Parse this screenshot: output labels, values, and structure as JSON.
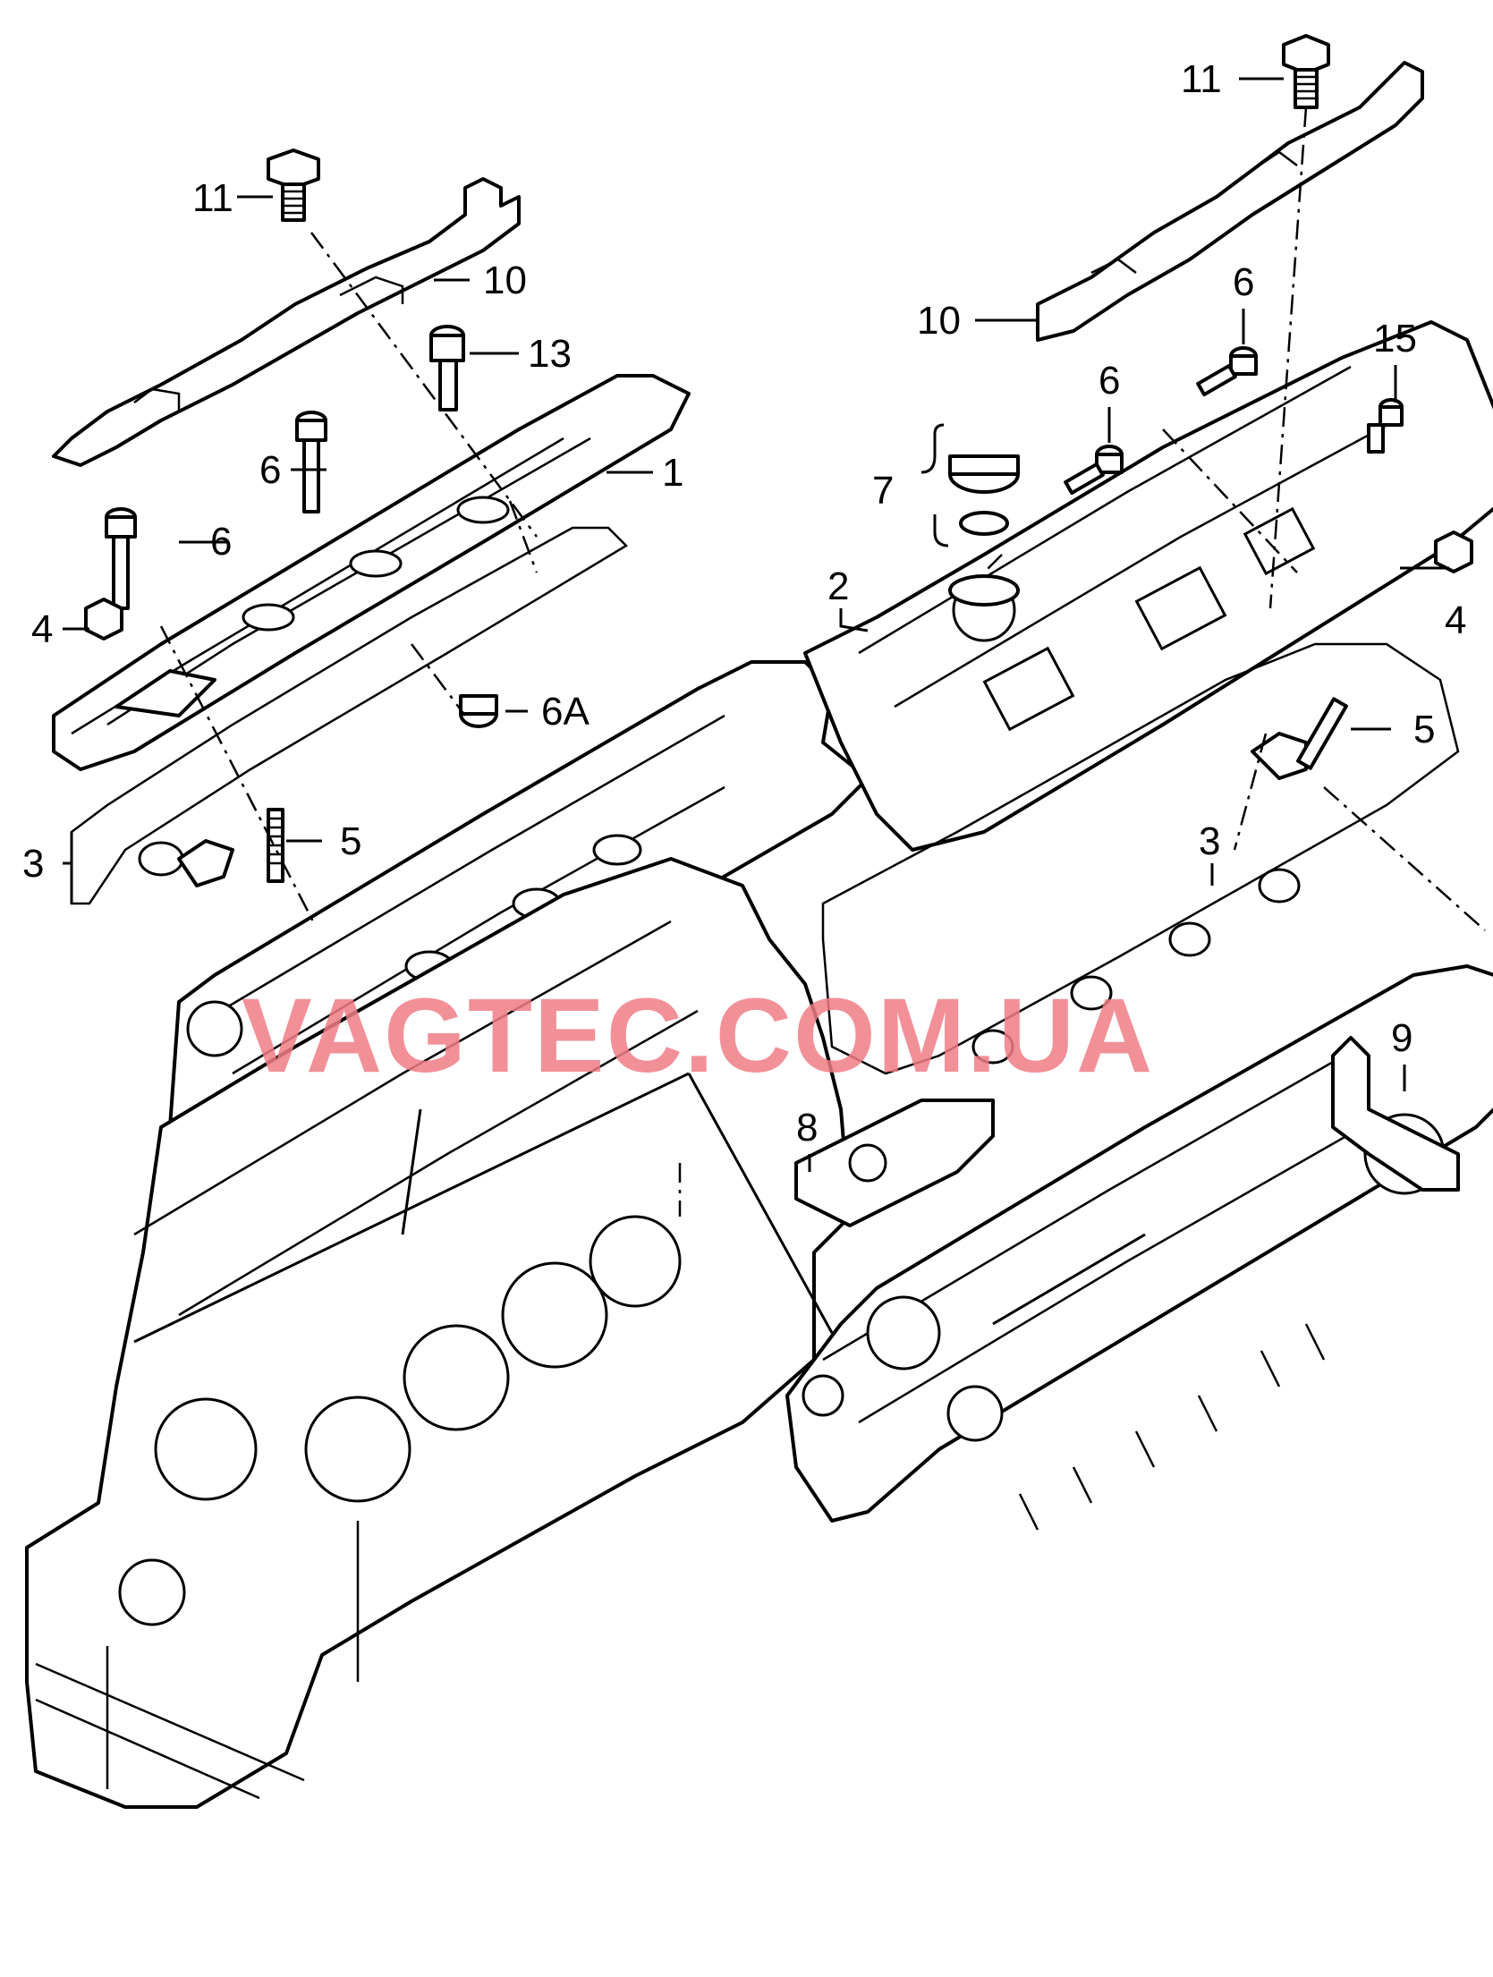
{
  "watermark": "VAGTEC.COM.UA",
  "callouts": {
    "c1": "1",
    "c2": "2",
    "c3_left": "3",
    "c3_right": "3",
    "c4_left": "4",
    "c4_right": "4",
    "c5_left": "5",
    "c5_right": "5",
    "c6_a": "6",
    "c6_b": "6",
    "c6_c": "6",
    "c6_d": "6",
    "c6A": "6A",
    "c7": "7",
    "c8": "8",
    "c9": "9",
    "c10_left": "10",
    "c10_right": "10",
    "c11_left": "11",
    "c11_right": "11",
    "c13": "13",
    "c15": "15"
  },
  "colors": {
    "line": "#000000",
    "watermark": "#f07d86",
    "background": "#ffffff"
  }
}
